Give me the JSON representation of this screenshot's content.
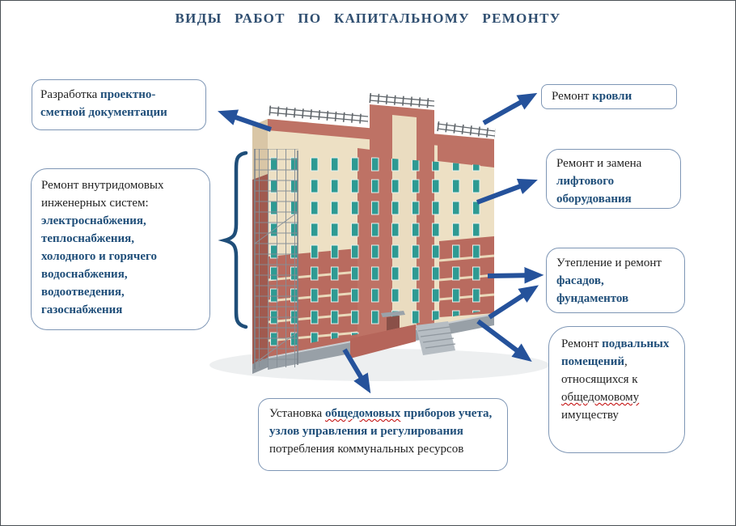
{
  "title": "ВИДЫ РАБОТ ПО КАПИТАЛЬНОМУ РЕМОНТУ",
  "colors": {
    "accent_blue": "#1F4E79",
    "arrow_blue": "#25529B",
    "box_border": "#7E96B5",
    "text_black": "#1F1F1F",
    "spellcheck_red": "#C00000"
  },
  "boxes": {
    "design": {
      "plain": "Разработка ",
      "bold": "проектно-сметной документации"
    },
    "systems": {
      "intro": "Ремонт внутридомовых инженерных систем:",
      "items": [
        "электроснабжения,",
        "теплоснабжения,",
        "холодного и горячего водоснабжения,",
        "водоотведения,",
        "газоснабжения"
      ]
    },
    "roof": {
      "plain": "Ремонт ",
      "bold": "кровли"
    },
    "lift": {
      "plain": "Ремонт и замена ",
      "bold": "лифтового оборудования"
    },
    "facade": {
      "plain": "Утепление и ремонт ",
      "bold": "фасадов, фундаментов"
    },
    "basement": {
      "plain1": "Ремонт ",
      "bold1": "подвальных помещений",
      "plain2": ", относящихся к ",
      "misspelled": "общедомовому",
      "plain3": " имуществу"
    },
    "meters": {
      "plain1": "Установка ",
      "bold_misspelled": "общедомовых",
      "bold2": " приборов учета, узлов управления и регулирования",
      "plain2": " потребления коммунальных ресурсов"
    }
  }
}
